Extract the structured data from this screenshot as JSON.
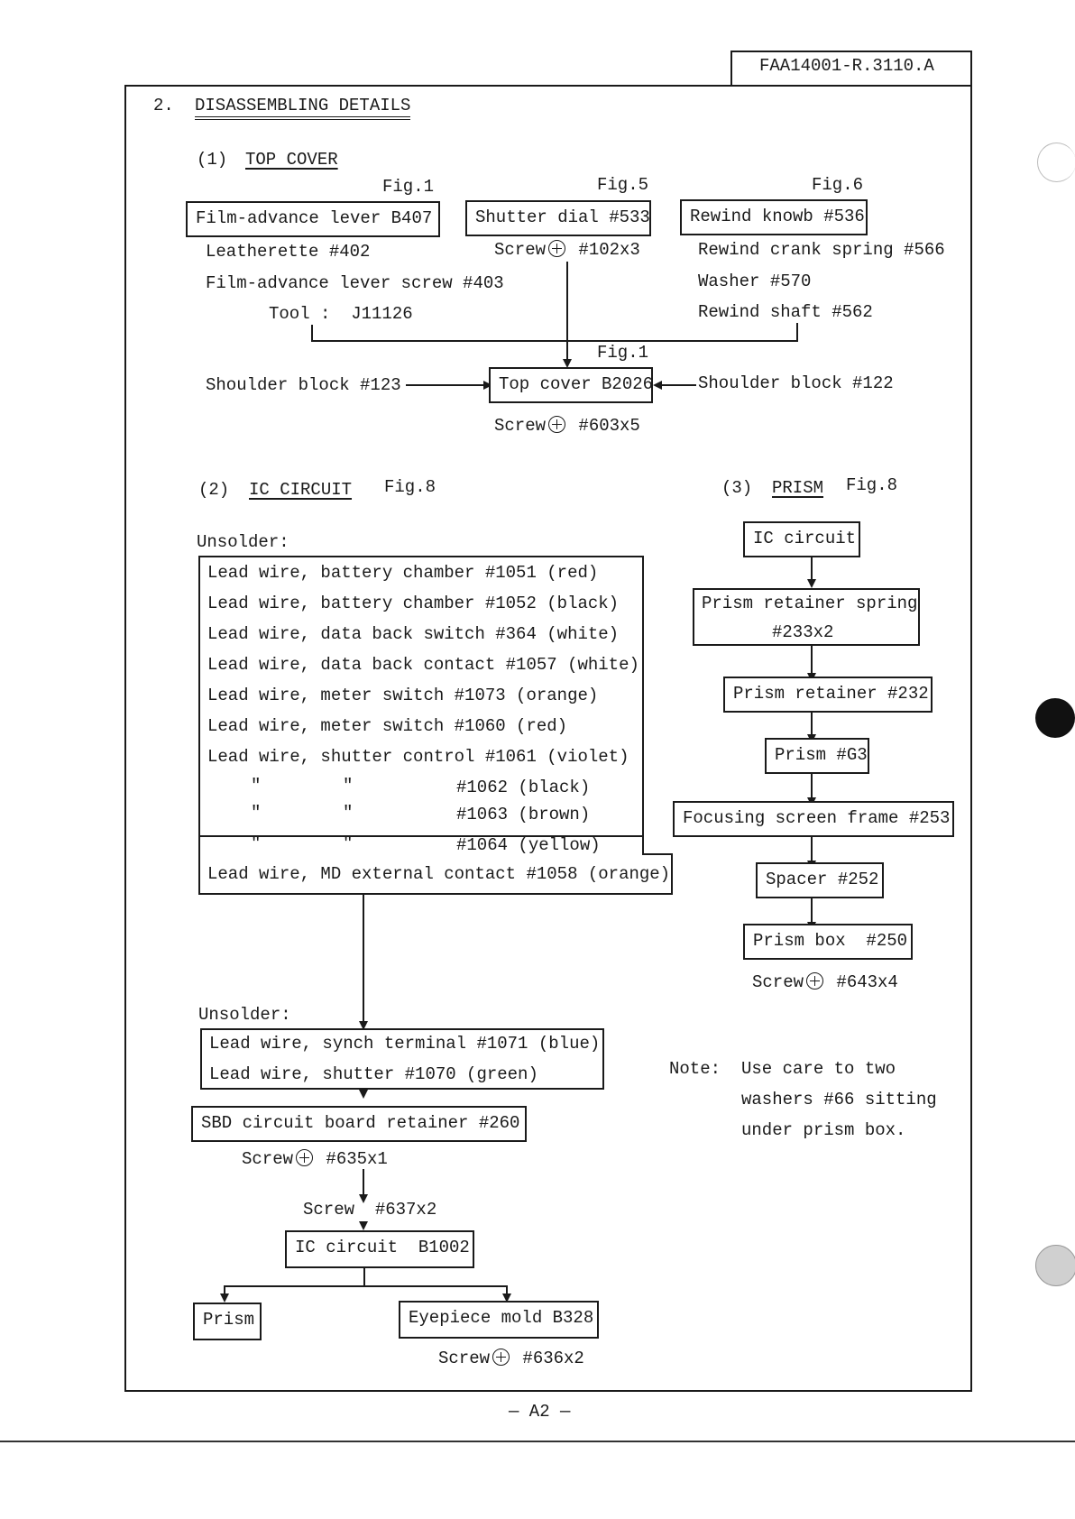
{
  "header": {
    "doc_code": "FAA14001-R.3110.A"
  },
  "section": {
    "number": "2.",
    "title": "DISASSEMBLING DETAILS"
  },
  "top_cover": {
    "number": "(1)",
    "title": "TOP COVER",
    "fig_1": "Fig.1",
    "fig_5": "Fig.5",
    "fig_6": "Fig.6",
    "fig_1b": "Fig.1",
    "film_lever": "Film-advance lever B407",
    "leatherette": "Leatherette #402",
    "lever_screw": "Film-advance lever screw #403",
    "tool": "Tool :  J11126",
    "shutter_dial": "Shutter dial #533",
    "screw_word": "Screw",
    "shutter_screw_val": "#102x3",
    "rewind_knob": "Rewind knowb #536",
    "rewind_spring": "Rewind crank spring #566",
    "washer": "Washer #570",
    "rewind_shaft": "Rewind shaft #562",
    "shoulder_left": "Shoulder block #123",
    "top_cover_box": "Top cover B2026",
    "shoulder_right": "Shoulder block #122",
    "cover_screw_val": "#603x5"
  },
  "ic_circuit": {
    "number": "(2)",
    "title": "IC CIRCUIT",
    "fig": "Fig.8",
    "unsolder_1": "Unsolder:",
    "leads": [
      "Lead wire, battery chamber #1051 (red)",
      "Lead wire, battery chamber #1052 (black)",
      "Lead wire, data back switch #364 (white)",
      "Lead wire, data back contact #1057 (white)",
      "Lead wire, meter switch #1073 (orange)",
      "Lead wire, meter switch #1060 (red)",
      "Lead wire, shutter control #1061 (violet)"
    ],
    "ditto": "\"",
    "lead_1062": "#1062 (black)",
    "lead_1063": "#1063 (brown)",
    "lead_1064": "#1064 (yellow)",
    "lead_1058": "Lead wire, MD external contact #1058 (orange)",
    "unsolder_2": "Unsolder:",
    "synch": "Lead wire, synch terminal #1071 (blue)",
    "shutter": "Lead wire, shutter #1070 (green)",
    "sbd": "SBD circuit board retainer #260",
    "screw_word": "Screw",
    "sbd_screw_val": "#635x1",
    "screw_637": "Screw  #637x2",
    "ic_box": "IC circuit  B1002",
    "prism": "Prism",
    "eyepiece": "Eyepiece mold B328",
    "eyepiece_screw_val": "#636x2"
  },
  "prism": {
    "number": "(3)",
    "title": "PRISM",
    "fig": "Fig.8",
    "ic": "IC circuit",
    "retainer_spring": "Prism retainer spring",
    "retainer_spring_no": "#233x2",
    "retainer": "Prism retainer #232",
    "prism": "Prism #G3",
    "focusing": "Focusing screen frame #253",
    "spacer": "Spacer #252",
    "box": "Prism box  #250",
    "screw_word": "Screw",
    "box_screw_val": "#643x4"
  },
  "note": {
    "label": "Note:",
    "line1": "Use care to two",
    "line2": "washers #66 sitting",
    "line3": "under prism box."
  },
  "footer": {
    "page": "— A2 —"
  }
}
